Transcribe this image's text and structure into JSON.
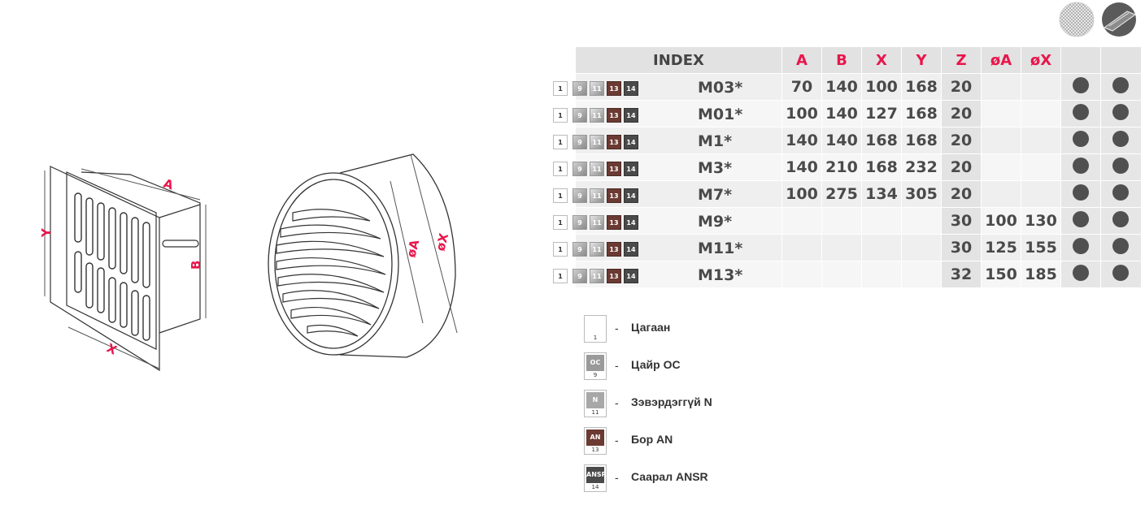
{
  "table": {
    "headers": [
      "INDEX",
      "A",
      "B",
      "X",
      "Y",
      "Z",
      "øA",
      "øX"
    ],
    "finish_codes": [
      "1",
      "9",
      "11",
      "13",
      "14"
    ],
    "rows": [
      {
        "index": "M03*",
        "A": "70",
        "B": "140",
        "X": "100",
        "Y": "168",
        "Z": "20",
        "oA": "",
        "oX": ""
      },
      {
        "index": "M01*",
        "A": "100",
        "B": "140",
        "X": "127",
        "Y": "168",
        "Z": "20",
        "oA": "",
        "oX": ""
      },
      {
        "index": "M1*",
        "A": "140",
        "B": "140",
        "X": "168",
        "Y": "168",
        "Z": "20",
        "oA": "",
        "oX": ""
      },
      {
        "index": "M3*",
        "A": "140",
        "B": "210",
        "X": "168",
        "Y": "232",
        "Z": "20",
        "oA": "",
        "oX": ""
      },
      {
        "index": "M7*",
        "A": "100",
        "B": "275",
        "X": "134",
        "Y": "305",
        "Z": "20",
        "oA": "",
        "oX": ""
      },
      {
        "index": "M9*",
        "A": "",
        "B": "",
        "X": "",
        "Y": "",
        "Z": "30",
        "oA": "100",
        "oX": "130"
      },
      {
        "index": "M11*",
        "A": "",
        "B": "",
        "X": "",
        "Y": "",
        "Z": "30",
        "oA": "125",
        "oX": "155"
      },
      {
        "index": "M13*",
        "A": "",
        "B": "",
        "X": "",
        "Y": "",
        "Z": "32",
        "oA": "150",
        "oX": "185"
      }
    ]
  },
  "legend": [
    {
      "code": "1",
      "abbr": "",
      "label": "Цагаан",
      "color": "#ffffff"
    },
    {
      "code": "9",
      "abbr": "OC",
      "label": "Цайр OC",
      "color": "#9a9a9a"
    },
    {
      "code": "11",
      "abbr": "N",
      "label": "Зэвэрдэггүй N",
      "color": "#a8a8a8"
    },
    {
      "code": "13",
      "abbr": "AN",
      "label": "Бор AN",
      "color": "#6b3a32"
    },
    {
      "code": "14",
      "abbr": "ANSR",
      "label": "Саарал ANSR",
      "color": "#4a4a4a"
    }
  ],
  "legend_dash": "-",
  "drawing_labels": {
    "square": {
      "A": "A",
      "B": "B",
      "X": "X",
      "Y": "Y"
    },
    "round": {
      "oA": "øA",
      "oX": "øX"
    }
  },
  "colors": {
    "accent": "#e8164c",
    "dot": "#505050"
  },
  "icons": [
    "insect-mesh-icon",
    "louver-profile-icon"
  ]
}
